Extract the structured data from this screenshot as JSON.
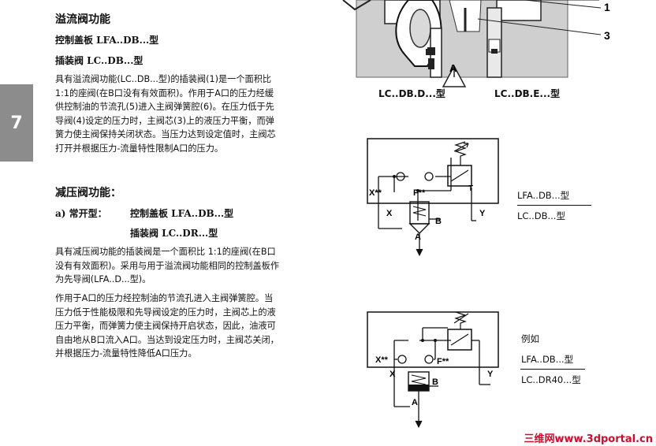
{
  "chapter_tab": "7",
  "relief": {
    "title": "溢流阀功能",
    "cover_label": "控制盖板 LFA..DB...型",
    "cartridge_label": "插装阀 LC..DB...型",
    "paragraph": [
      "具有溢流阀功能(LC..DB...型)的插装阀(1)是一个面积比",
      "1:1的座阀(在B口没有有效面积)。作用于A口的压力经缓",
      "供控制油的节流孔(5)进入主阀弹簧腔(6)。在压力低于先",
      "导阀(4)设定的压力时，主阀芯(3)上的液压力平衡，而弹",
      "簧力使主阀保持关闭状态。当压力达到设定值时，主阀芯",
      "打开并根据压力-流量特性限制A口的压力。"
    ]
  },
  "reducing": {
    "title": "减压阀功能：",
    "item_a_prefix": "a) 常开型：",
    "item_a_cover": "控制盖板 LFA..DB...型",
    "item_a_cartridge": "插装阀 LC..DR...型",
    "paragraph1": [
      "具有减压阀功能的插装阀是一个面积比 1:1的座阀(在B口",
      "没有有效面积)。采用与用于溢流阀功能相同的控制盖板作",
      "为先导阀(LFA..D...型)。"
    ],
    "paragraph2": [
      "作用于A口的压力经控制油的节流孔进入主阀弹簧腔。当",
      "压力低于性能极限和先导阀设定的压力时，主阀芯上的液",
      "压力平衡，而弹簧力使主阀保持开启状态，因此，油液可",
      "自由地从B口流入A口。当达到设定压力时，主阀芯关闭，",
      "并根据压力-流量特性降低A口压力。"
    ]
  },
  "top_figure": {
    "callout_1": "1",
    "callout_3": "3",
    "port_a": "A",
    "label_left": "LC..DB.D...型",
    "label_right": "LC..DB.E...型"
  },
  "schematic1": {
    "x_orifice": "X**",
    "f_orifice": "F**",
    "port_x": "X",
    "port_y": "Y",
    "port_t": "T",
    "port_b": "B",
    "port_a": "A",
    "legend_top": "LFA..DB...型",
    "legend_bottom": "LC..DB...型"
  },
  "schematic2": {
    "x_orifice": "X**",
    "f_orifice": "F**",
    "port_x": "X",
    "port_y": "Y",
    "port_b": "B",
    "port_a": "A",
    "example": "例如",
    "legend_top": "LFA..DB...型",
    "legend_bottom": "LC..DR40...型"
  },
  "watermark": "三维网www.3dportal.cn"
}
